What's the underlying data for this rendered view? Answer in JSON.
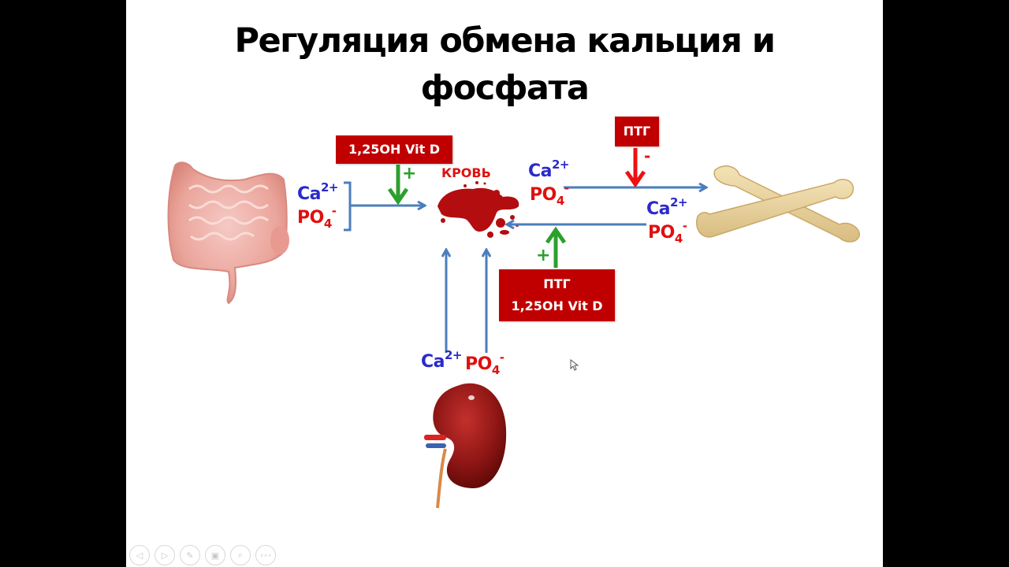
{
  "slide": {
    "title_line1": "Регуляция обмена кальция и",
    "title_line2": "фосфата"
  },
  "organs": {
    "intestine": "intestine-image",
    "blood": "blood-image",
    "bone": "bone-image",
    "kidney": "kidney-image"
  },
  "labels": {
    "blood": "КРОВЬ",
    "vitd_top": "1,25OH Vit D",
    "ptg_top": "ПТГ",
    "ptg_bottom_line1": "ПТГ",
    "ptg_bottom_line2": "1,25OH Vit D",
    "plus_intestine": "+",
    "minus_bone": "-",
    "plus_bone": "+"
  },
  "ions": {
    "ca_base": "Ca",
    "ca_charge": "2+",
    "po_base": "PO",
    "po_sub": "4",
    "po_charge": "-"
  },
  "colors": {
    "box_red": "#c00000",
    "arrow_blue": "#4a7ebb",
    "arrow_green": "#2ca02c",
    "arrow_red": "#ee1111",
    "ca_blue": "#2a2acc",
    "po_red": "#e01010"
  },
  "nav": {
    "prev": "◁",
    "next": "▷",
    "pen": "✎",
    "slides": "▣",
    "zoom": "⌕",
    "more": "∘∘∘"
  }
}
